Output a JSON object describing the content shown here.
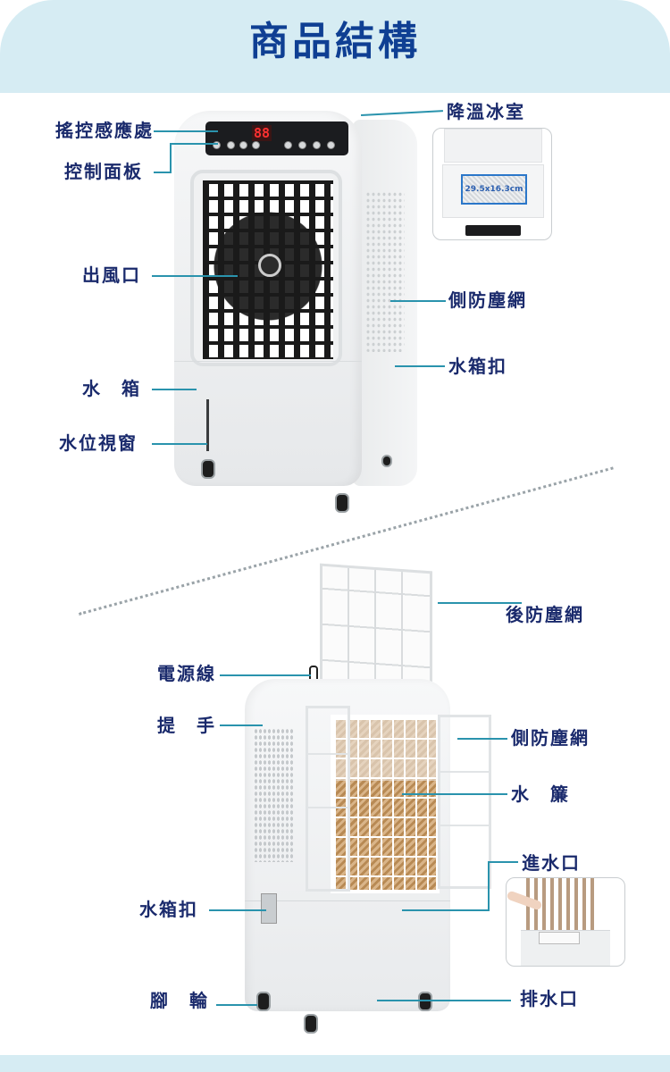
{
  "header": {
    "title": "商品結構"
  },
  "front_view": {
    "panel_display": "88",
    "labels": {
      "remote_sensor": "搖控感應處",
      "control_panel": "控制面板",
      "air_outlet": "出風口",
      "water_tank": "水　箱",
      "water_level_window": "水位視窗",
      "ice_chamber": "降溫冰室",
      "side_dust_filter": "側防塵網",
      "tank_latch": "水箱扣"
    },
    "ice_chamber_inset": {
      "dimension": "29.5x16.3cm"
    }
  },
  "rear_view": {
    "labels": {
      "rear_dust_filter": "後防塵網",
      "power_cord": "電源線",
      "handle": "提　手",
      "side_dust_filter": "側防塵網",
      "cooling_pad": "水　簾",
      "water_inlet": "進水口",
      "tank_latch": "水箱扣",
      "casters": "腳　輪",
      "drain_outlet": "排水口"
    }
  },
  "colors": {
    "title": "#0f3f93",
    "label_text": "#1a2a6c",
    "leader_line": "#2a93ad",
    "band": "#d6ecf3"
  }
}
